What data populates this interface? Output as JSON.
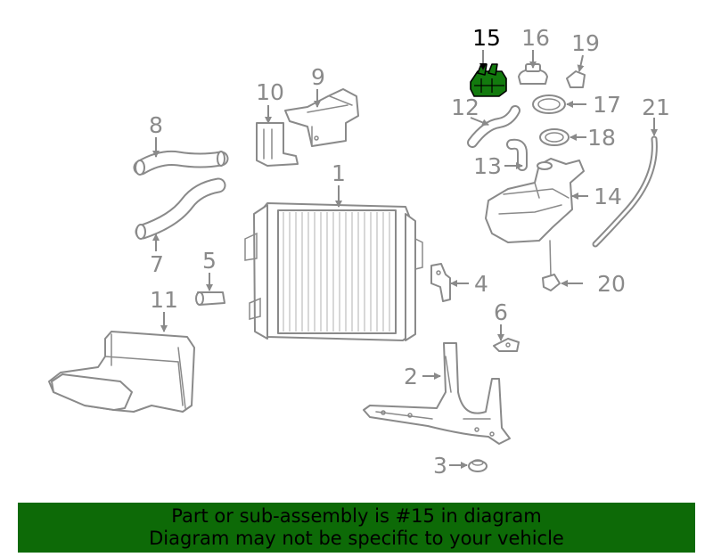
{
  "callouts": [
    "1",
    "2",
    "3",
    "4",
    "5",
    "6",
    "7",
    "8",
    "9",
    "10",
    "11",
    "12",
    "13",
    "14",
    "15",
    "16",
    "17",
    "18",
    "19",
    "20",
    "21"
  ],
  "highlighted_part": "15",
  "colors": {
    "highlight": "#137a0e",
    "banner": "#0d6a07",
    "line": "#8a8a8a"
  },
  "banner": {
    "line1": "Part or sub-assembly is #15 in diagram",
    "line2": "Diagram may not be specific to your vehicle"
  }
}
